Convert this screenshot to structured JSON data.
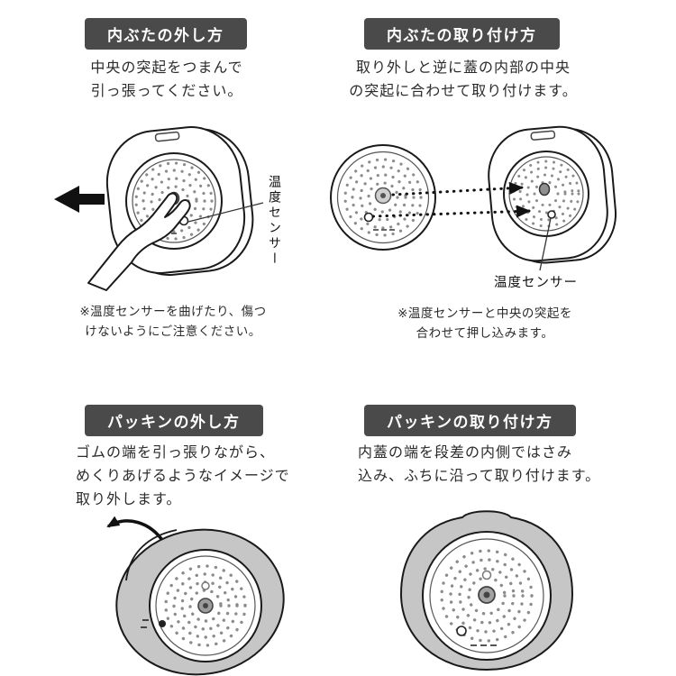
{
  "page": {
    "background": "#ffffff"
  },
  "colors": {
    "badge_bg": "#4a4a4a",
    "badge_text": "#ffffff",
    "text": "#2b2b2b",
    "outline": "#1a1a1a",
    "gasket_gray": "#c6c6c6",
    "dot_gray": "#8c8c8c",
    "arrow_black": "#111111"
  },
  "sections": {
    "remove_lid": {
      "title": "内ぶたの外し方",
      "body": [
        "中央の突起をつまんで",
        "引っ張ってください。"
      ],
      "sensor_label": "温度センサー",
      "note": [
        "※温度センサーを曲げたり、傷つ",
        "けないようにご注意ください。"
      ]
    },
    "attach_lid": {
      "title": "内ぶたの取り付け方",
      "body": [
        "取り外しと逆に蓋の内部の中央",
        "の突起に合わせて取り付けます。"
      ],
      "sensor_label": "温度センサー",
      "note": [
        "※温度センサーと中央の突起を",
        "合わせて押し込みます。"
      ]
    },
    "remove_packing": {
      "title": "パッキンの外し方",
      "body": [
        "ゴムの端を引っ張りながら、",
        "めくりあげるようなイメージで",
        "取り外します。"
      ]
    },
    "attach_packing": {
      "title": "パッキンの取り付け方",
      "body": [
        "内蓋の端を段差の内側ではさみ",
        "込み、ふちに沿って取り付けます。"
      ]
    }
  }
}
